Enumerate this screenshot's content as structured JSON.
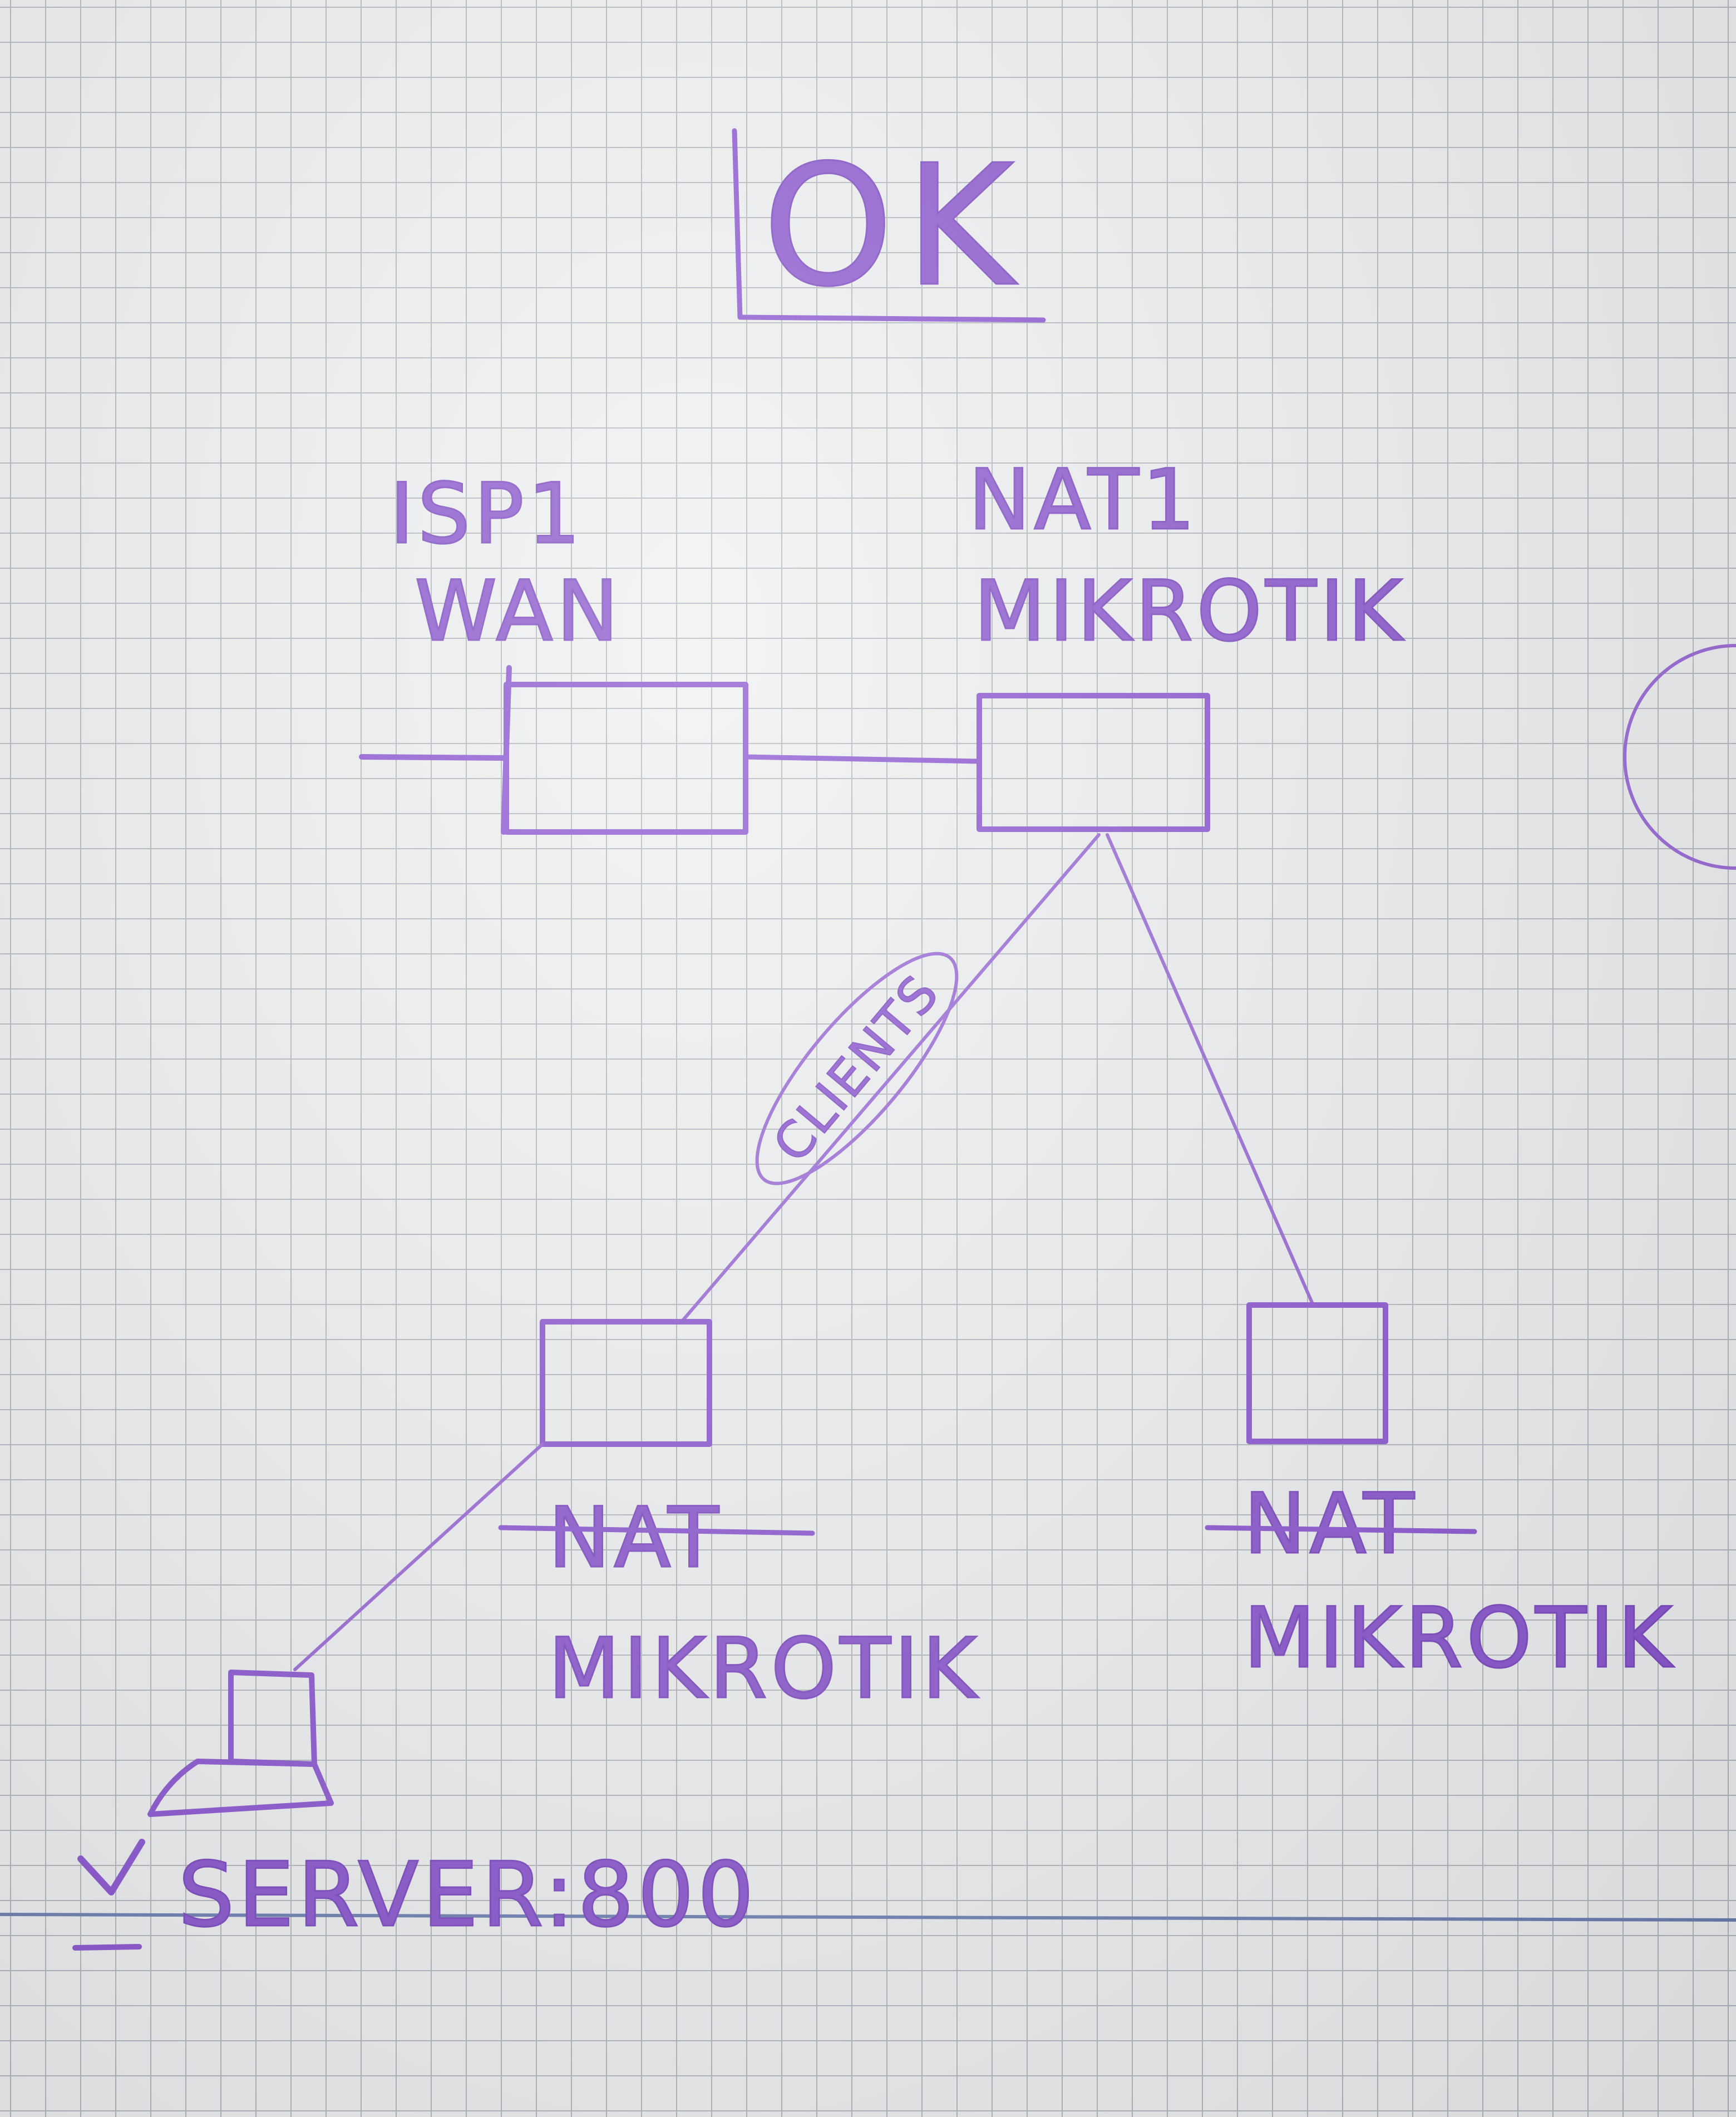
{
  "title": "OK",
  "colors": {
    "ink": "#7b3fcb",
    "paper": "#eceeef",
    "grid": "#a9adb3",
    "margin_line": "#5a6fa8"
  },
  "nodes": {
    "isp": {
      "line1": "ISP1",
      "line2": "WAN"
    },
    "nat1": {
      "line1": "NAT1",
      "line2": "MIKROTIK"
    },
    "nat_left": {
      "line1": "NAT",
      "line2": "MIKROTIK",
      "line1_struck": true
    },
    "nat_right": {
      "line1": "NAT",
      "line2": "MIKROTIK",
      "line1_struck": true
    },
    "server": {
      "label": "SERVER:800",
      "check_icon": "checkmark-icon",
      "device_icon": "laptop-icon"
    }
  },
  "edges": [
    {
      "from": "isp",
      "to": "nat1",
      "label": ""
    },
    {
      "from": "nat1",
      "to": "nat_left",
      "label": "CLIENTS"
    },
    {
      "from": "nat1",
      "to": "nat_right",
      "label": ""
    },
    {
      "from": "nat_left",
      "to": "server",
      "label": ""
    }
  ]
}
